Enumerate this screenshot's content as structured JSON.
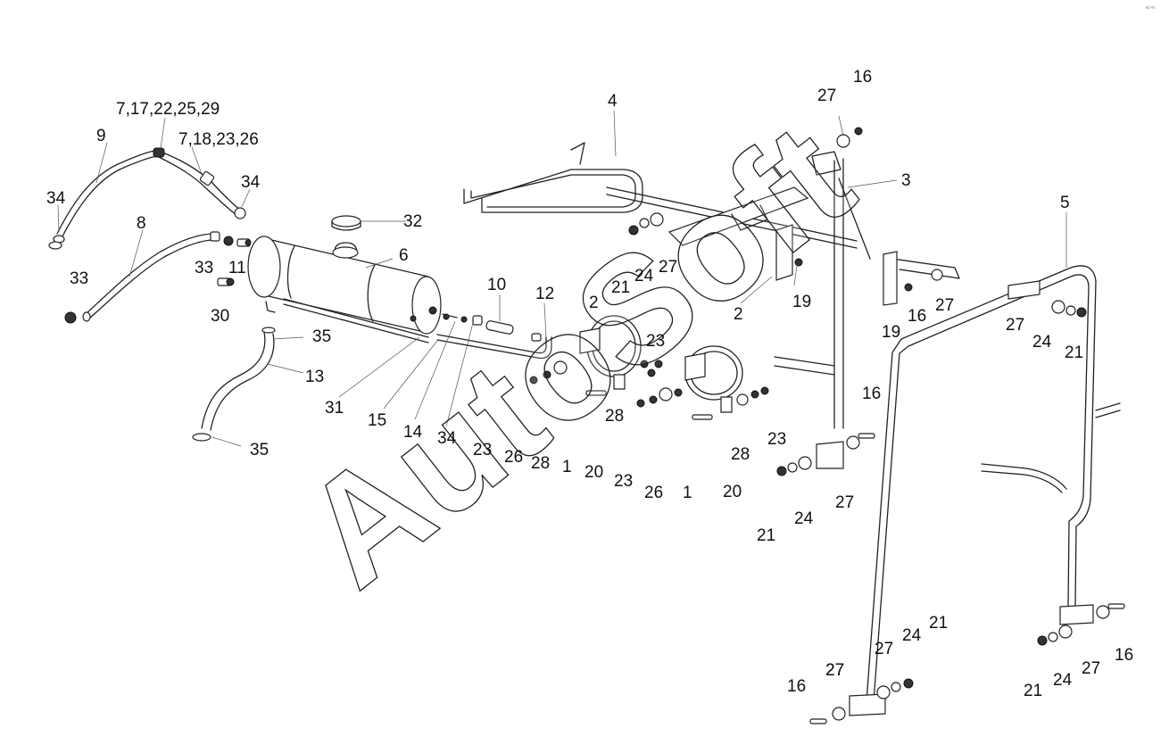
{
  "watermark": "AutoSoft",
  "corner_text": "ᵉᵖ ᵉᵉ",
  "callouts": [
    "7,17,22,25,29",
    "9",
    "7,18,23,26",
    "34",
    "34",
    "8",
    "32",
    "6",
    "33",
    "11",
    "33",
    "30",
    "35",
    "13",
    "35",
    "31",
    "15",
    "14",
    "34",
    "23",
    "26",
    "28",
    "1",
    "20",
    "10",
    "12",
    "4",
    "27",
    "16",
    "3",
    "5",
    "2",
    "21",
    "24",
    "27",
    "2",
    "19",
    "19",
    "16",
    "27",
    "27",
    "24",
    "21",
    "23",
    "28",
    "23",
    "26",
    "1",
    "20",
    "28",
    "23",
    "16",
    "27",
    "21",
    "24",
    "16",
    "27",
    "27",
    "24",
    "21",
    "27",
    "21",
    "24",
    "16",
    "27"
  ]
}
